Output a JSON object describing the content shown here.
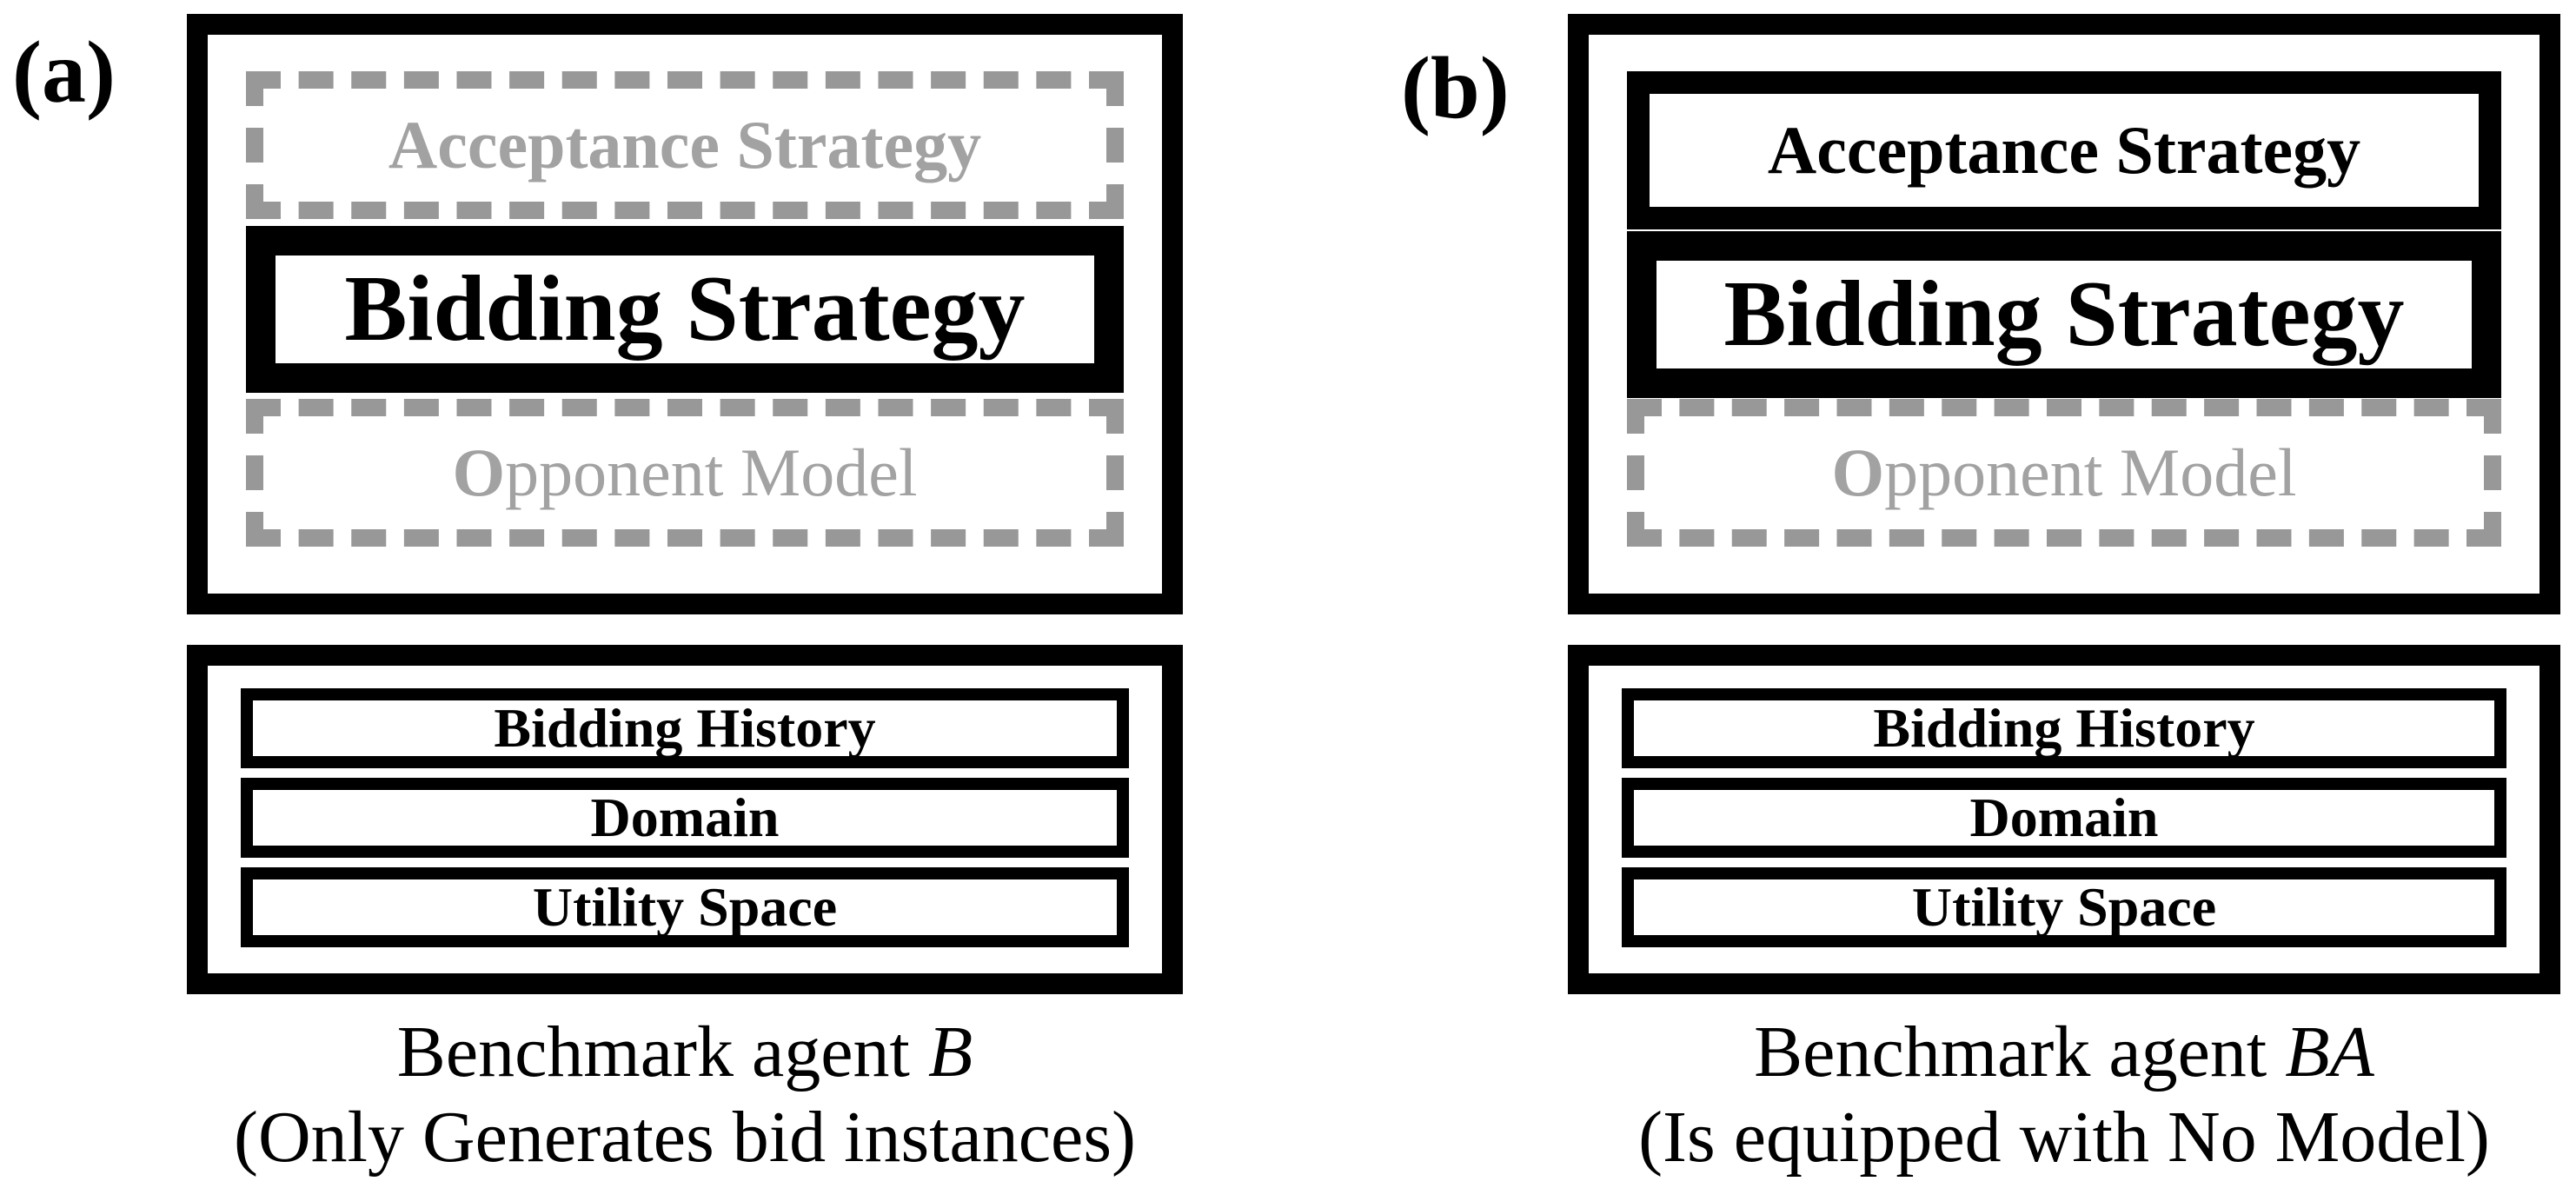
{
  "figure": {
    "colors": {
      "ink": "#000000",
      "dash_gray": "#989898",
      "gray_text": "#a2a2a2",
      "background": "#ffffff"
    },
    "panels": [
      {
        "label": "(a)",
        "acceptance": {
          "label": "Acceptance Strategy",
          "state": "inactive-dashed"
        },
        "bidding": {
          "label": "Bidding Strategy",
          "state": "active-solid"
        },
        "opponent": {
          "label_lead": "O",
          "label_rest": "pponent Model",
          "state": "inactive-dashed"
        },
        "environment": [
          "Bidding History",
          "Domain",
          "Utility Space"
        ],
        "caption": {
          "prefix": "Benchmark agent ",
          "agent": "B",
          "line2": "(Only Generates bid instances)"
        }
      },
      {
        "label": "(b)",
        "acceptance": {
          "label": "Acceptance Strategy",
          "state": "active-solid"
        },
        "bidding": {
          "label": "Bidding Strategy",
          "state": "active-solid"
        },
        "opponent": {
          "label_lead": "O",
          "label_rest": "pponent Model",
          "state": "inactive-dashed"
        },
        "environment": [
          "Bidding History",
          "Domain",
          "Utility Space"
        ],
        "caption": {
          "prefix": "Benchmark agent ",
          "agent": "BA",
          "line2": "(Is equipped with No Model)"
        }
      }
    ]
  }
}
